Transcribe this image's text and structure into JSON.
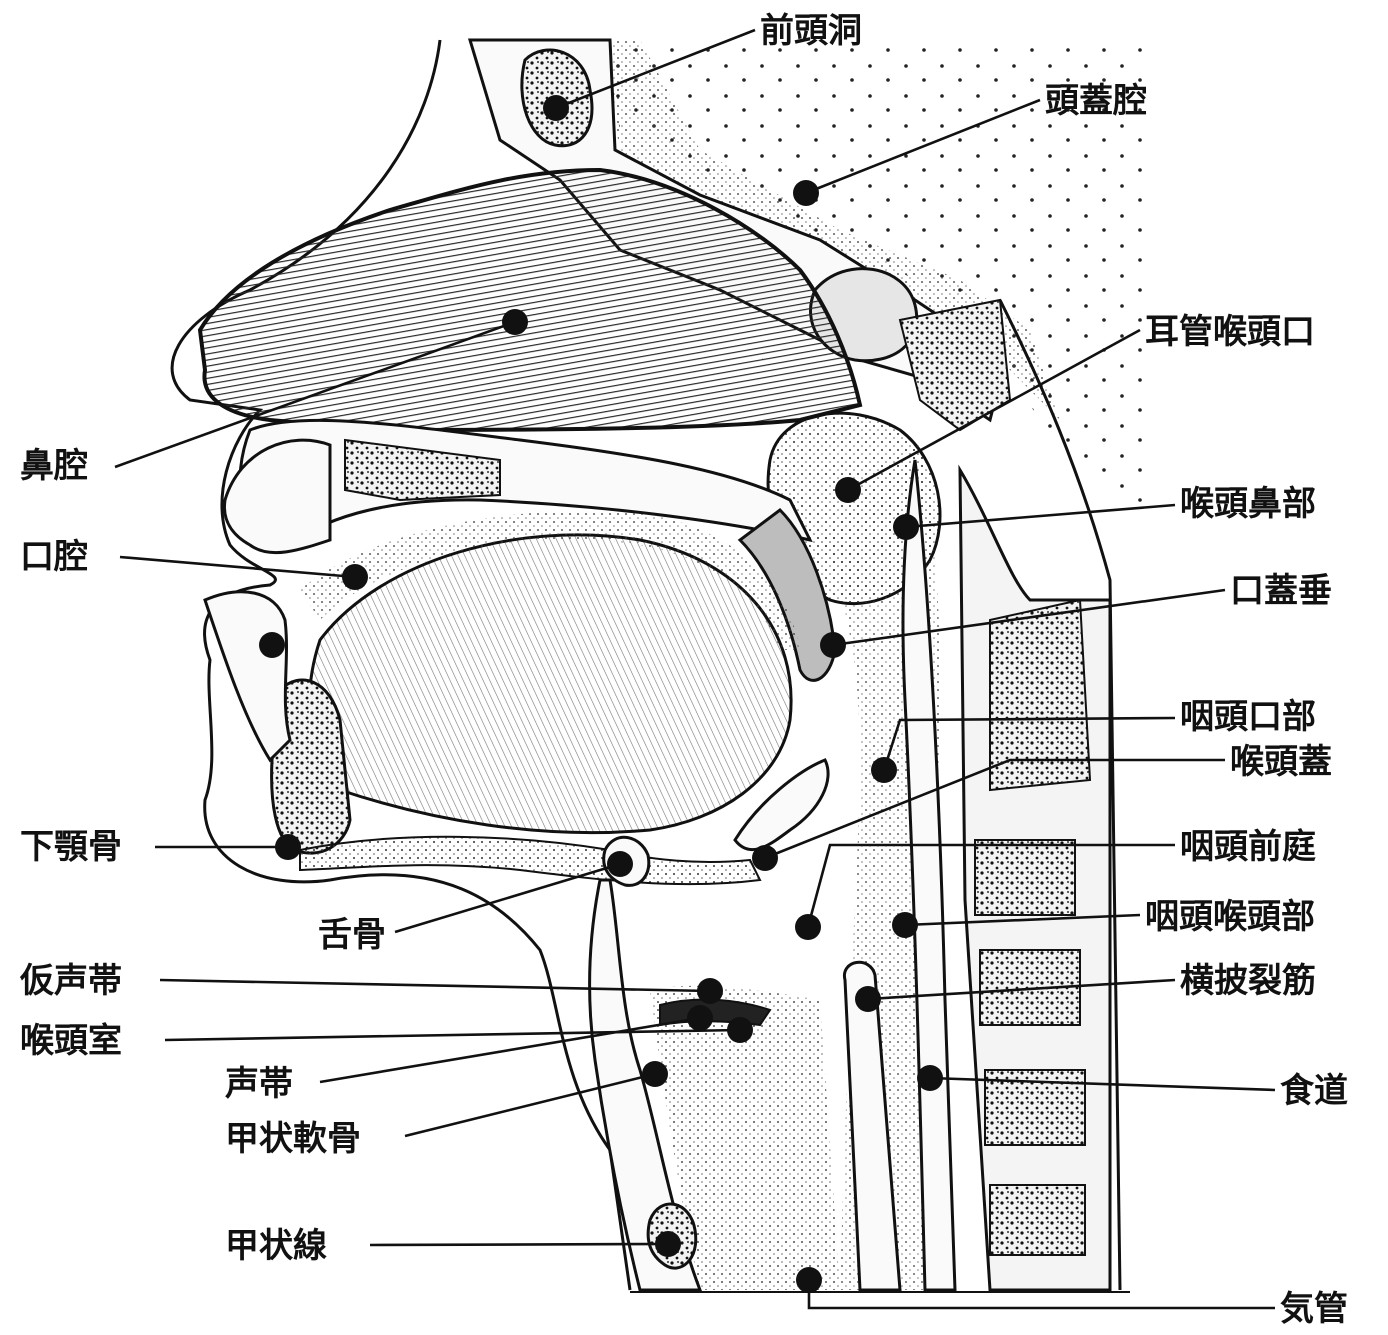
{
  "diagram": {
    "labels": {
      "frontal_sinus": "前頭洞",
      "cranial_cavity": "頭蓋腔",
      "pharyngeal_opening_of_auditory_tube": "耳管喉頭口",
      "nasal_cavity": "鼻腔",
      "nasopharynx": "喉頭鼻部",
      "oral_cavity": "口腔",
      "uvula": "口蓋垂",
      "oropharynx": "咽頭口部",
      "epiglottis": "喉頭蓋",
      "mandible": "下顎骨",
      "laryngeal_vestibule": "咽頭前庭",
      "hyoid": "舌骨",
      "laryngopharynx": "咽頭喉頭部",
      "vestibular_fold": "仮声帯",
      "transverse_arytenoid": "横披裂筋",
      "laryngeal_ventricle": "喉頭室",
      "vocal_cord": "声帯",
      "esophagus": "食道",
      "thyroid_cartilage": "甲状軟骨",
      "thyroid_gland": "甲状線",
      "trachea": "気管"
    }
  }
}
